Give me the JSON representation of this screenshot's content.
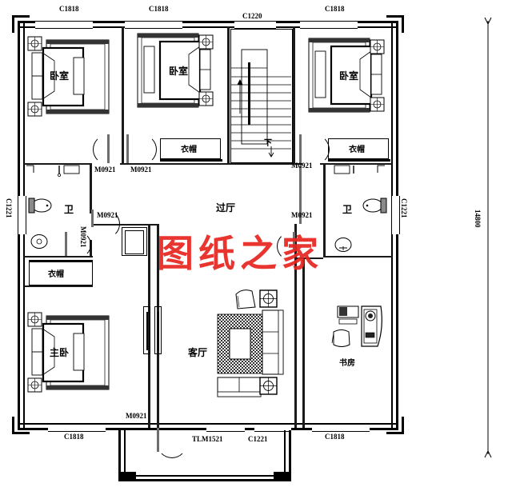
{
  "drawing": {
    "type": "architectural-floor-plan",
    "watermark": "图纸之家",
    "watermark_color": "#e8241f",
    "overall_dimension_right": "14800"
  },
  "window_labels": {
    "top": [
      "C1818",
      "C1818",
      "C1220",
      "C1818"
    ],
    "bottom": [
      "C1818",
      "TLM1521",
      "C1221",
      "C1818"
    ],
    "left": [
      "C1221"
    ],
    "right": [
      "C1221"
    ]
  },
  "door_labels": {
    "bedroom_left": "M0921",
    "bedroom_mid": "M0921",
    "bath_left": "M0921",
    "bath_left_v": "M0921",
    "bedroom_right": "M0921",
    "bath_right": "M0921",
    "living_bottom": "M0921"
  },
  "rooms": [
    {
      "key": "bedroom_1",
      "label": "卧室"
    },
    {
      "key": "bedroom_2",
      "label": "卧室"
    },
    {
      "key": "bedroom_3",
      "label": "卧室"
    },
    {
      "key": "closet_mid",
      "label": "衣帽"
    },
    {
      "key": "closet_right",
      "label": "衣帽"
    },
    {
      "key": "closet_left",
      "label": "衣帽"
    },
    {
      "key": "bath_left",
      "label": "卫"
    },
    {
      "key": "bath_right",
      "label": "卫"
    },
    {
      "key": "hallway",
      "label": "过厅"
    },
    {
      "key": "master_bedroom",
      "label": "主卧"
    },
    {
      "key": "living_room",
      "label": "客厅"
    },
    {
      "key": "study",
      "label": "书房"
    },
    {
      "key": "stairs_down",
      "label": "下"
    }
  ]
}
